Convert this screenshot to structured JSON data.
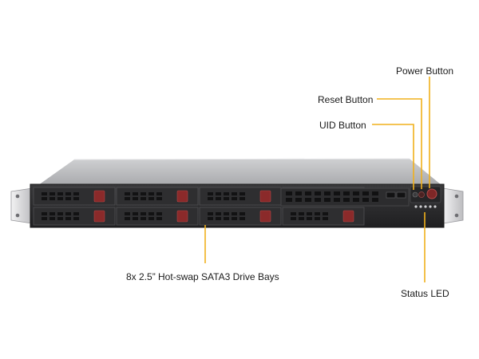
{
  "figure": {
    "callouts": {
      "power_button": "Power Button",
      "reset_button": "Reset Button",
      "uid_button": "UID Button",
      "drive_bays": "8x 2.5” Hot-swap SATA3 Drive Bays",
      "status_led": "Status LED"
    },
    "server": {
      "drive_bay_count": 8,
      "colors": {
        "chassis_top": "#b9b9bb",
        "front_panel": "#2a2a2c",
        "drive_latch": "#8b2a2a",
        "rack_ear": "#d8d8da",
        "callout_line": "#f0b01c"
      }
    }
  }
}
